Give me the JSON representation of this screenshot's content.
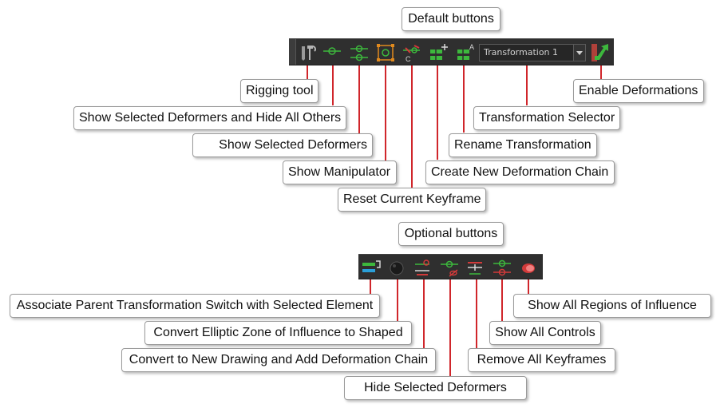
{
  "default_section": {
    "title": "Default buttons",
    "transformation_selector_value": "Transformation 1",
    "labels": {
      "rigging_tool": "Rigging tool",
      "show_selected_hide_others": "Show Selected Deformers and Hide All Others",
      "show_selected": "Show Selected Deformers",
      "show_manipulator": "Show Manipulator",
      "reset_keyframe": "Reset Current Keyframe",
      "create_chain": "Create New Deformation Chain",
      "rename_transformation": "Rename Transformation",
      "transformation_selector": "Transformation Selector",
      "enable_deformations": "Enable Deformations"
    }
  },
  "optional_section": {
    "title": "Optional buttons",
    "labels": {
      "associate_parent": "Associate Parent Transformation Switch with Selected Element",
      "convert_elliptic": "Convert Elliptic Zone of Influence to Shaped",
      "convert_drawing": "Convert to New Drawing and Add Deformation Chain",
      "hide_selected": "Hide Selected Deformers",
      "remove_keyframes": "Remove All Keyframes",
      "show_all_controls": "Show All Controls",
      "show_regions": "Show All Regions of Influence"
    }
  },
  "colors": {
    "callout_line": "#d0262b",
    "toolbar_bg": "#2f2f2f",
    "icon_green": "#3db83d",
    "icon_red": "#d23a3a",
    "icon_orange": "#e08a1e"
  }
}
